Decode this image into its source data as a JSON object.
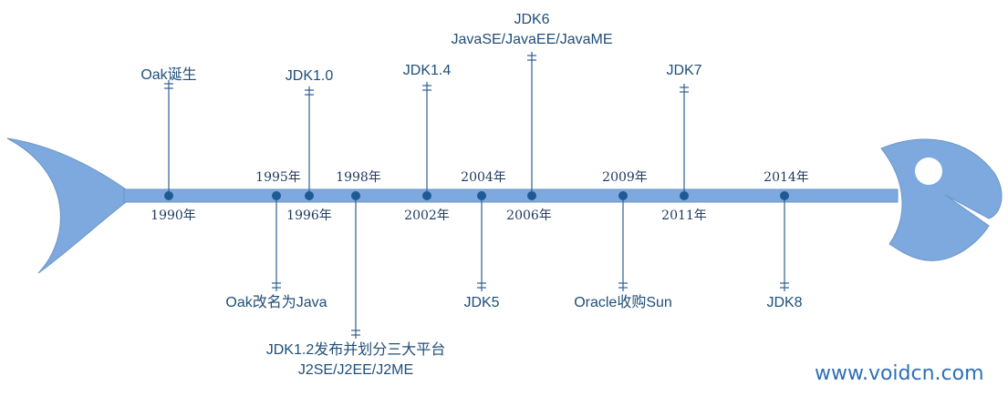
{
  "watermark": "www.voidcn.com",
  "colors": {
    "body": "#7ea9de",
    "outline": "#6b95c8",
    "line": "#2e5f92",
    "dot": "#1f5b93",
    "text": "#1f4e79"
  },
  "events": [
    {
      "year": "1990年",
      "event": [
        "Oak诞生"
      ]
    },
    {
      "year": "1995年",
      "event": [
        "Oak改名为Java"
      ]
    },
    {
      "year": "1996年",
      "event": [
        "JDK1.0"
      ]
    },
    {
      "year": "1998年",
      "event": [
        "JDK1.2发布并划分三大平台",
        "J2SE/J2EE/J2ME"
      ]
    },
    {
      "year": "2002年",
      "event": [
        "JDK1.4"
      ]
    },
    {
      "year": "2004年",
      "event": [
        "JDK5"
      ]
    },
    {
      "year": "2006年",
      "event": [
        "JDK6",
        "JavaSE/JavaEE/JavaME"
      ]
    },
    {
      "year": "2009年",
      "event": [
        "Oracle收购Sun"
      ]
    },
    {
      "year": "2011年",
      "event": [
        "JDK7"
      ]
    },
    {
      "year": "2014年",
      "event": [
        "JDK8"
      ]
    }
  ]
}
